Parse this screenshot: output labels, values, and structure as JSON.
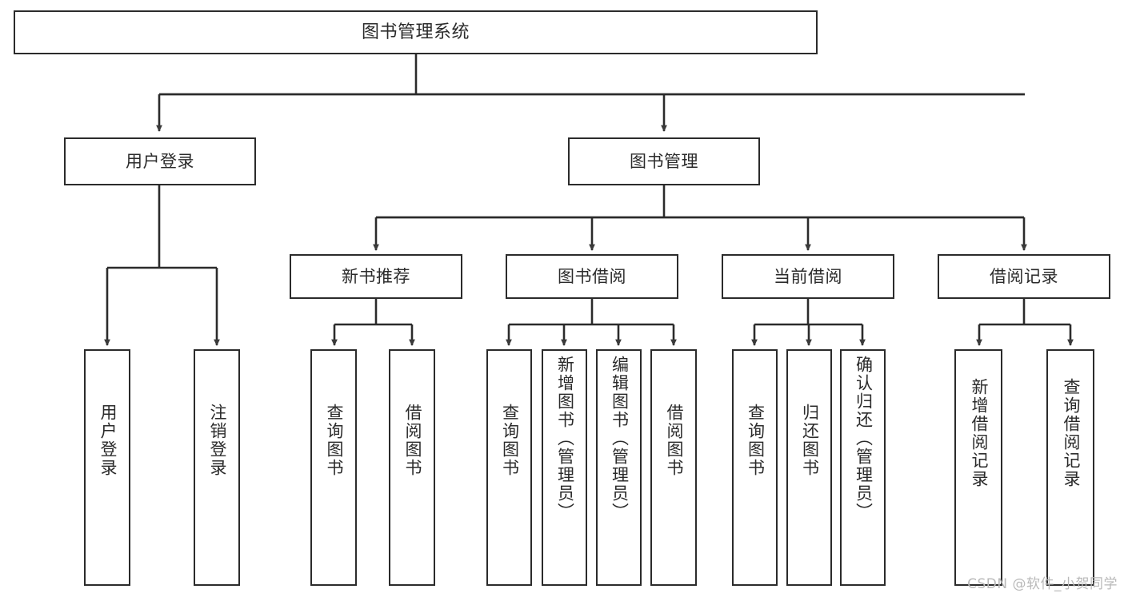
{
  "diagram": {
    "type": "tree-hierarchy",
    "title": "图书管理系统",
    "orientation": "top-down",
    "watermark": "CSDN @软件_小贺同学",
    "stroke_color": "#2b2b2b",
    "fill_color": "#ffffff",
    "text_color": "#2b2b2b",
    "watermark_color": "#b9b9b9",
    "levels": 4,
    "nodes": {
      "root": {
        "label": "图书管理系统"
      },
      "level2": [
        {
          "label": "用户登录"
        },
        {
          "label": "图书管理"
        }
      ],
      "level3": [
        {
          "label": "新书推荐"
        },
        {
          "label": "图书借阅"
        },
        {
          "label": "当前借阅"
        },
        {
          "label": "借阅记录"
        }
      ],
      "leaves_user_login": [
        {
          "label": "用户登录"
        },
        {
          "label": "注销登录"
        }
      ],
      "leaves_new_book": [
        {
          "label": "查询图书"
        },
        {
          "label": "借阅图书"
        }
      ],
      "leaves_borrow": [
        {
          "label": "查询图书"
        },
        {
          "label": "新增图书（管理员）"
        },
        {
          "label": "编辑图书（管理员）"
        },
        {
          "label": "借阅图书"
        }
      ],
      "leaves_current": [
        {
          "label": "查询图书"
        },
        {
          "label": "归还图书"
        },
        {
          "label": "确认归还（管理员）"
        }
      ],
      "leaves_records": [
        {
          "label": "新增借阅记录"
        },
        {
          "label": "查询借阅记录"
        }
      ]
    }
  }
}
